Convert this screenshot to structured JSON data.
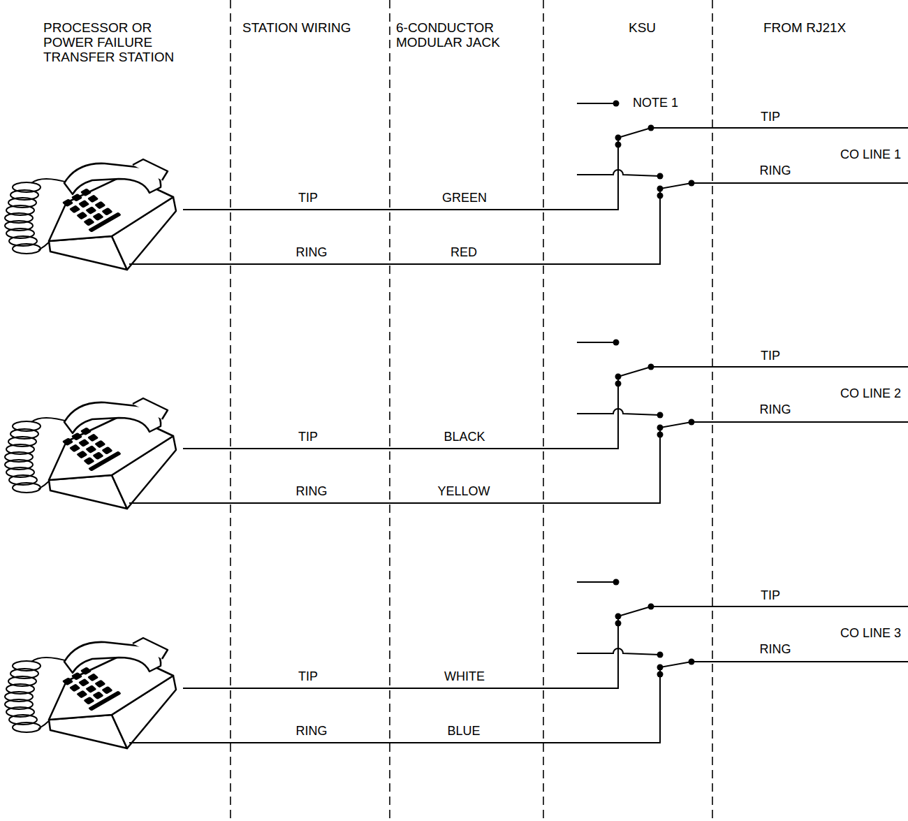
{
  "diagram": {
    "labels": [
      "PROCESSOR OR POWER FAILURE TRANSFER STATION",
      "STATION WIRING",
      "6-CONDUCTOR MODULAR JACK",
      "KSU",
      "FROM RJ21X",
      "NOTE 1",
      "TIP",
      "CO LINE 1",
      "RING",
      "TIP",
      "GREEN",
      "RING",
      "RED",
      "TIP",
      "CO LINE 2",
      "RING",
      "TIP",
      "BLACK",
      "RING",
      "YELLOW",
      "TIP",
      "CO LINE 3",
      "RING",
      "TIP",
      "WHITE",
      "RING",
      "BLUE"
    ]
  }
}
